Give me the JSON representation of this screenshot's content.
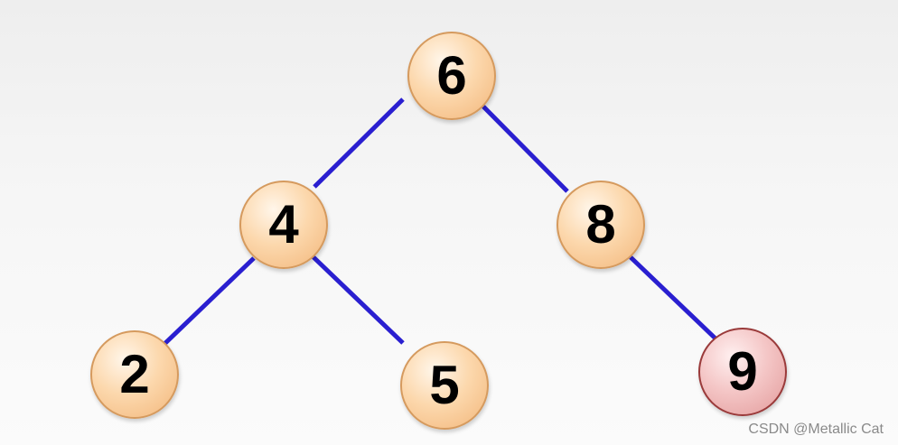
{
  "tree": {
    "nodes": [
      {
        "key": "n6",
        "label": "6",
        "style": "normal"
      },
      {
        "key": "n4",
        "label": "4",
        "style": "normal"
      },
      {
        "key": "n8",
        "label": "8",
        "style": "normal"
      },
      {
        "key": "n2",
        "label": "2",
        "style": "normal"
      },
      {
        "key": "n5",
        "label": "5",
        "style": "normal"
      },
      {
        "key": "n9",
        "label": "9",
        "style": "highlight"
      }
    ],
    "edges": [
      {
        "from": "6",
        "to": "4"
      },
      {
        "from": "6",
        "to": "8"
      },
      {
        "from": "4",
        "to": "2"
      },
      {
        "from": "4",
        "to": "5"
      },
      {
        "from": "8",
        "to": "9"
      }
    ]
  },
  "colors": {
    "edge": "#2a1fd0",
    "node_fill": "#fcd8ad",
    "node_border": "#d59a5e",
    "highlight_fill": "#f4c6c6",
    "highlight_border": "#9a3a3a"
  },
  "watermark": "CSDN @Metallic Cat"
}
